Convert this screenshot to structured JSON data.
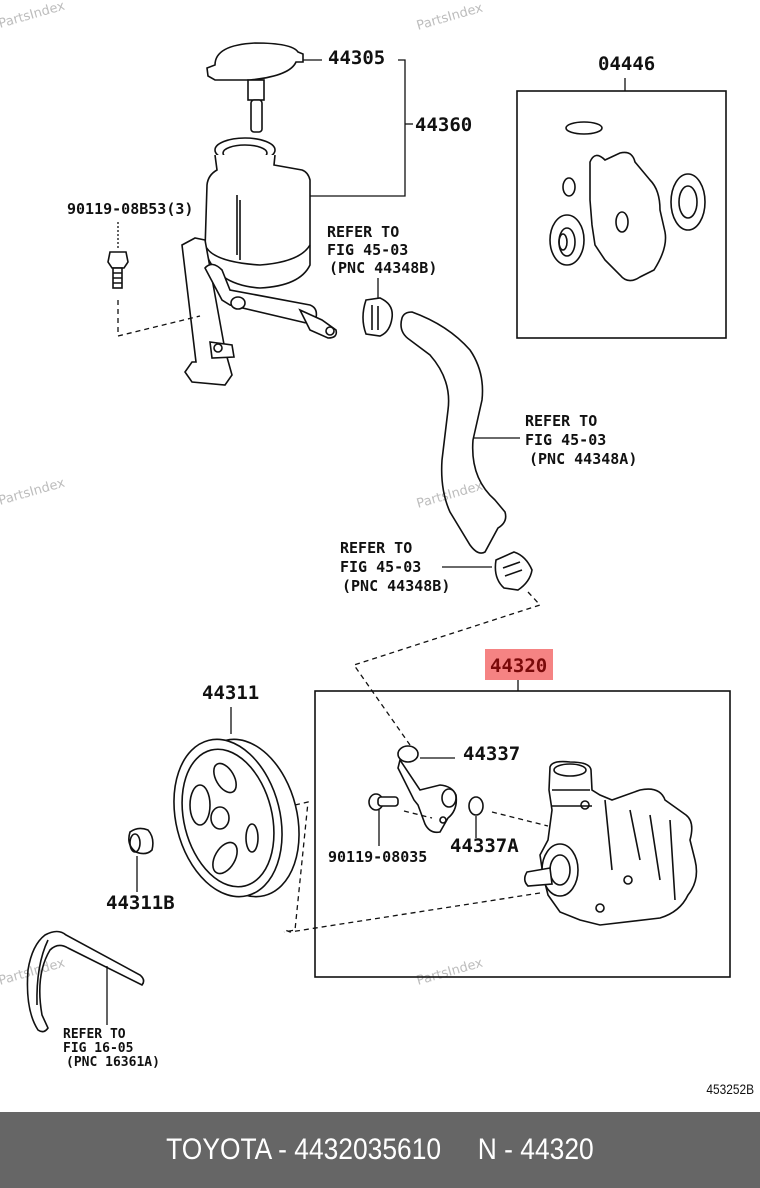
{
  "watermark": "PartsIndex",
  "diagram": {
    "code": "453252B",
    "parts": {
      "cap": "44305",
      "reservoir": "44360",
      "bolt_reservoir": "90119-08B53(3)",
      "gasket_kit": "04446",
      "pump_assy": "44320",
      "pulley": "44311",
      "pulley_nut": "44311B",
      "union": "44337",
      "union_oring": "44337A",
      "bolt_union": "90119-08035"
    },
    "refs": {
      "clamp_top": [
        "REFER TO",
        "FIG 45-03",
        "(PNC 44348B)"
      ],
      "hose": [
        "REFER TO",
        "FIG 45-03",
        "(PNC 44348A)"
      ],
      "clamp_bottom": [
        "REFER TO",
        "FIG 45-03",
        "(PNC 44348B)"
      ],
      "belt": [
        "REFER TO",
        "FIG 16-05",
        "(PNC 16361A)"
      ]
    },
    "highlight_color": "#f58383"
  },
  "footer": {
    "text": "TOYOTA - 4432035610     N - 44320"
  }
}
